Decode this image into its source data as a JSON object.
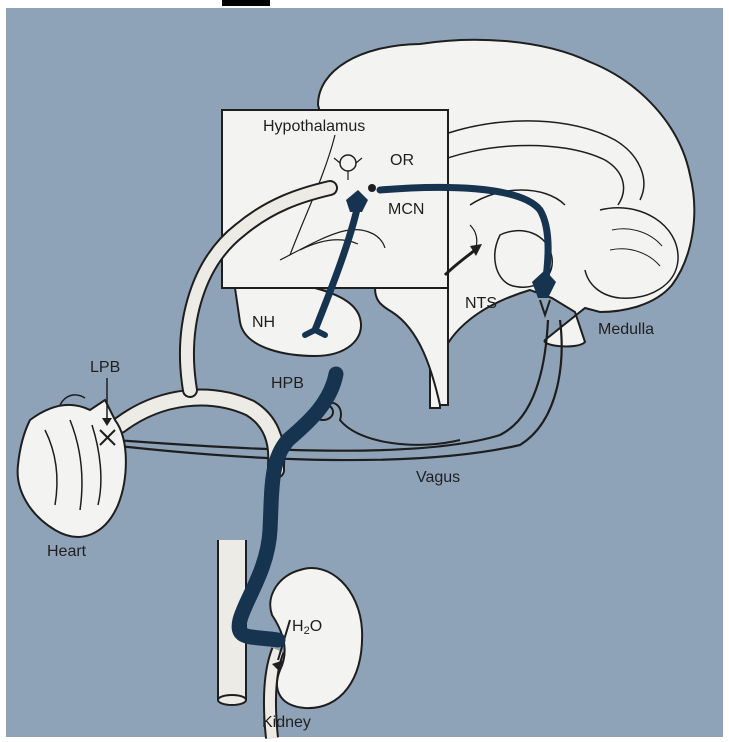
{
  "diagram": {
    "labels": {
      "hypothalamus": "Hypothalamus",
      "or": "OR",
      "mcn": "MCN",
      "nts": "NTS",
      "medulla": "Medulla",
      "nh": "NH",
      "lpb": "LPB",
      "hpb": "HPB",
      "vagus": "Vagus",
      "heart": "Heart",
      "water_main": "H",
      "water_sub": "2",
      "water_tail": "O",
      "kidney": "Kidney"
    },
    "colors": {
      "background": "#8fa3b8",
      "structure_fill": "#f3f3f1",
      "outline": "#1e1e1e",
      "pathway": "#163450",
      "vessel": "#ecebe6"
    }
  }
}
